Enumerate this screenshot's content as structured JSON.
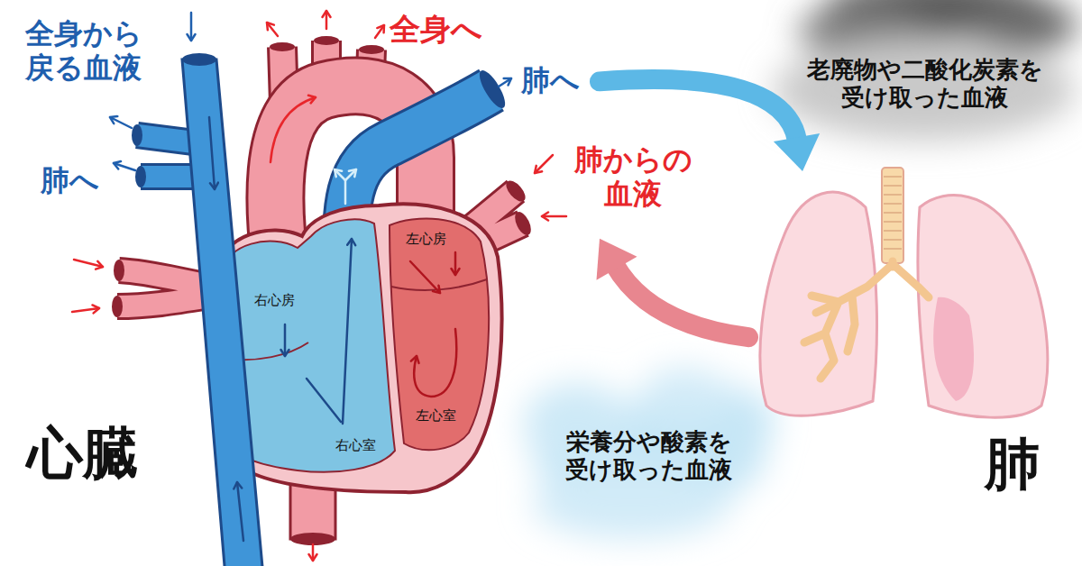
{
  "diagram": {
    "nodes": [
      {
        "text": [
          "心臓"
        ]
      },
      {
        "text": [
          "肺"
        ]
      }
    ],
    "edges": [
      {
        "from": 0,
        "to": 1,
        "arrow": "to"
      },
      {
        "from": 1,
        "to": 0,
        "arrow": "to"
      }
    ],
    "labels": [
      "全身から 戻る血液",
      "全身へ",
      "肺へ",
      "肺へ",
      "肺からの 血液",
      "右心房",
      "左心房",
      "右心室",
      "左心室",
      "老廃物や二酸化炭素を 受け取った血液",
      "栄養分や酸素を 受け取った血液"
    ]
  }
}
